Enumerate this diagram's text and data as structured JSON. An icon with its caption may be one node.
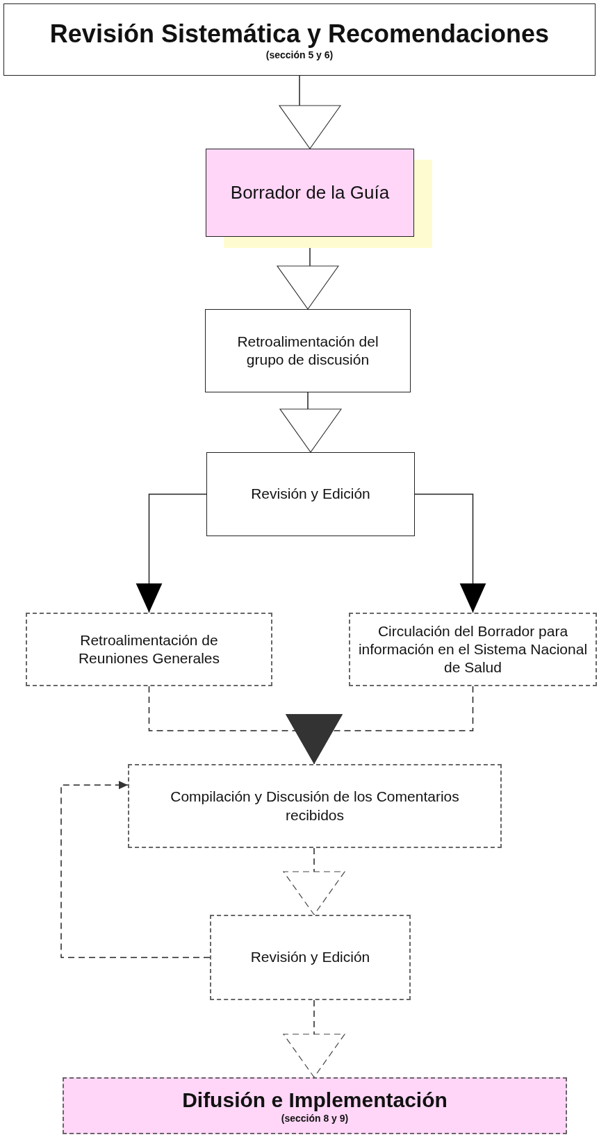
{
  "diagram": {
    "nodes": [
      {
        "text": [
          "Revisión Sistemática y Recomendaciones",
          "(sección 5 y 6)"
        ]
      },
      {
        "text": [
          "Borrador de la Guía"
        ]
      },
      {
        "text": [
          "Retroalimentación del grupo de discusión"
        ]
      },
      {
        "text": [
          "Revisión y Edición"
        ]
      },
      {
        "text": [
          "Retroalimentación de Reuniones Generales"
        ]
      },
      {
        "text": [
          "Circulación del Borrador para información en el Sistema Nacional de Salud"
        ]
      },
      {
        "text": [
          "Compilación y Discusión de los Comentarios recibidos"
        ]
      },
      {
        "text": [
          "Revisión y Edición"
        ]
      },
      {
        "text": [
          "Difusión e Implementación",
          "(sección 8 y 9)"
        ]
      }
    ],
    "edges": [
      {
        "from": 0,
        "to": 1,
        "arrow": "to"
      },
      {
        "from": 1,
        "to": 2,
        "arrow": "to"
      },
      {
        "from": 2,
        "to": 3,
        "arrow": "to"
      },
      {
        "from": 3,
        "to": 4,
        "arrow": "to"
      },
      {
        "from": 3,
        "to": 5,
        "arrow": "to"
      },
      {
        "from": 4,
        "to": 6,
        "arrow": "to",
        "style": "dashed"
      },
      {
        "from": 5,
        "to": 6,
        "arrow": "to",
        "style": "dashed"
      },
      {
        "from": 6,
        "to": 7,
        "arrow": "to",
        "style": "dashed"
      },
      {
        "from": 7,
        "to": 6,
        "arrow": "to",
        "style": "dashed"
      },
      {
        "from": 7,
        "to": 8,
        "arrow": "to",
        "style": "dashed"
      }
    ]
  }
}
